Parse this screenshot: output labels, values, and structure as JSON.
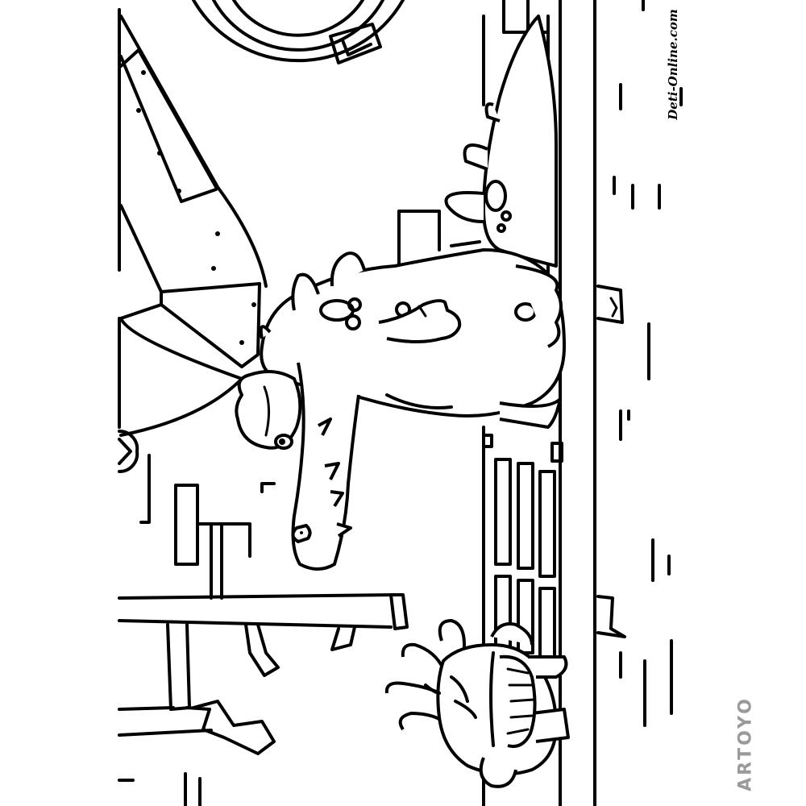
{
  "watermark": {
    "text": "Deti-Online.com"
  },
  "logo": {
    "text": "ARTOYO",
    "color": "#9a9a9a",
    "accent": "#2b7bd8"
  },
  "illustration": {
    "style": "black-and-white line art coloring page, rotated 90 degrees",
    "subjects": [
      "dinosaur",
      "cartoon creature",
      "city buildings",
      "porthole",
      "sidewalk"
    ]
  }
}
